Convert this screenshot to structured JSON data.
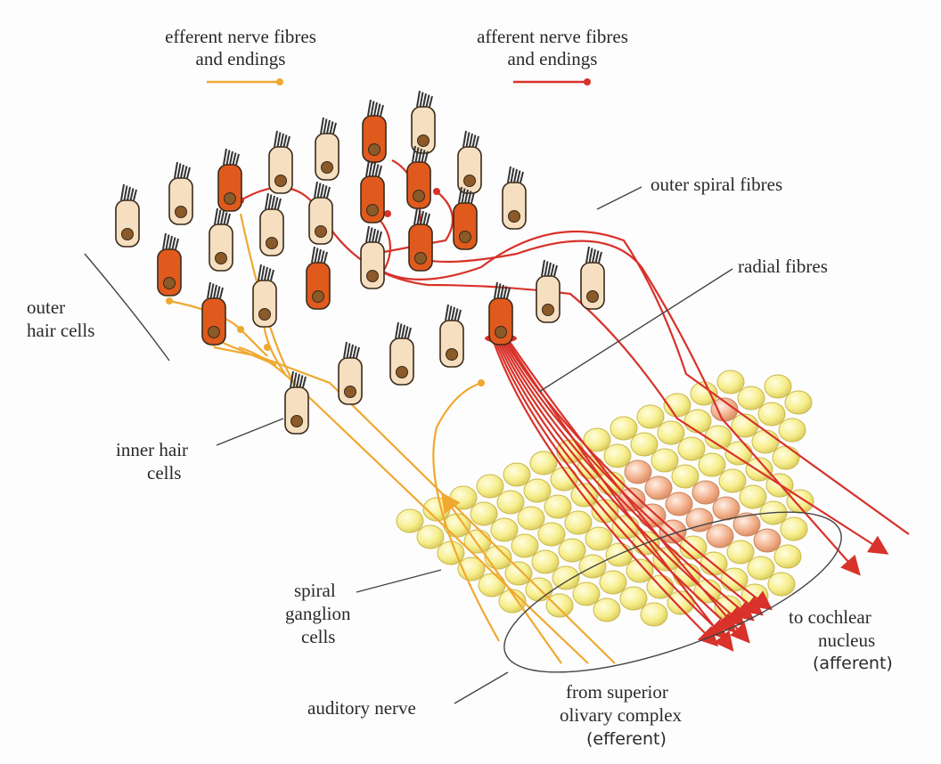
{
  "legend": {
    "efferent_line1": "efferent nerve fibres",
    "efferent_line2": "and endings",
    "afferent_line1": "afferent nerve fibres",
    "afferent_line2": "and endings"
  },
  "labels": {
    "outer_spiral_fibres": "outer spiral fibres",
    "radial_fibres": "radial fibres",
    "outer_hair_cells_1": "outer",
    "outer_hair_cells_2": "hair cells",
    "inner_hair_cells_1": "inner hair",
    "inner_hair_cells_2": "cells",
    "spiral_ganglion_1": "spiral",
    "spiral_ganglion_2": "ganglion",
    "spiral_ganglion_3": "cells",
    "auditory_nerve": "auditory nerve",
    "superior_olivary_1": "from superior",
    "superior_olivary_2": "olivary complex",
    "superior_olivary_3": "(efferent)",
    "cochlear_nucleus_1": "to cochlear",
    "cochlear_nucleus_2": "nucleus",
    "cochlear_nucleus_3": "(afferent)"
  },
  "colors": {
    "efferent": "#f0a830",
    "afferent": "#d8322a",
    "inactive_hair_cell": "#f5dfc0",
    "active_hair_cell": "#e05a1e",
    "ganglion_cell": "#f4ec8a",
    "active_ganglion_cell": "#f0b090"
  }
}
